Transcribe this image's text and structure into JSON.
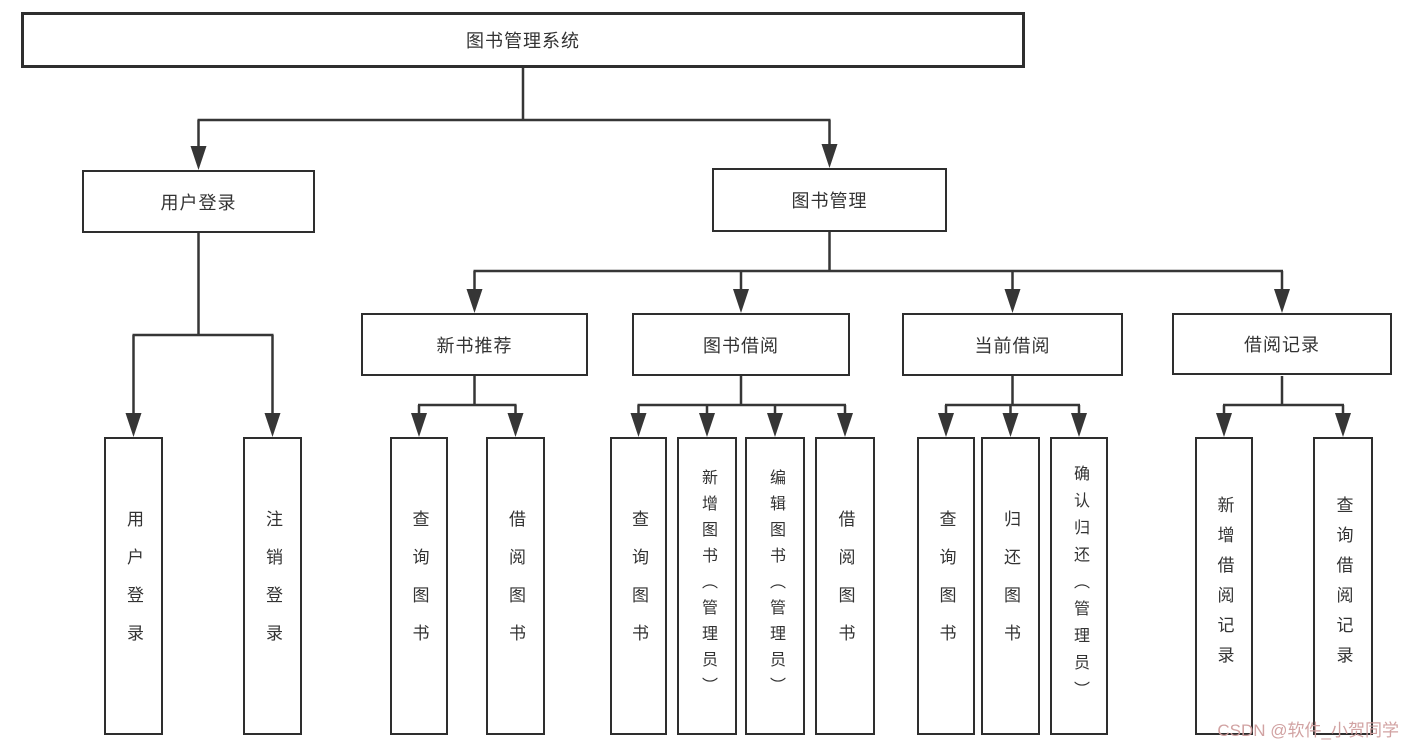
{
  "tree": {
    "label": "图书管理系统",
    "children": [
      {
        "label": "用户登录",
        "children": [
          {
            "label": "用户登录"
          },
          {
            "label": "注销登录"
          }
        ]
      },
      {
        "label": "图书管理",
        "children": [
          {
            "label": "新书推荐",
            "children": [
              {
                "label": "查询图书"
              },
              {
                "label": "借阅图书"
              }
            ]
          },
          {
            "label": "图书借阅",
            "children": [
              {
                "label": "查询图书"
              },
              {
                "label": "新增图书（管理员）"
              },
              {
                "label": "编辑图书（管理员）"
              },
              {
                "label": "借阅图书"
              }
            ]
          },
          {
            "label": "当前借阅",
            "children": [
              {
                "label": "查询图书"
              },
              {
                "label": "归还图书"
              },
              {
                "label": "确认归还（管理员）"
              }
            ]
          },
          {
            "label": "借阅记录",
            "children": [
              {
                "label": "新增借阅记录"
              },
              {
                "label": "查询借阅记录"
              }
            ]
          }
        ]
      }
    ]
  },
  "watermark": {
    "text": "CSDN @软件_小贺同学",
    "color": "#cf9e9e"
  },
  "colors": {
    "line": "#363636",
    "box_border": "#2e2e2e",
    "box_fill": "#ffffff",
    "text": "#333333"
  }
}
